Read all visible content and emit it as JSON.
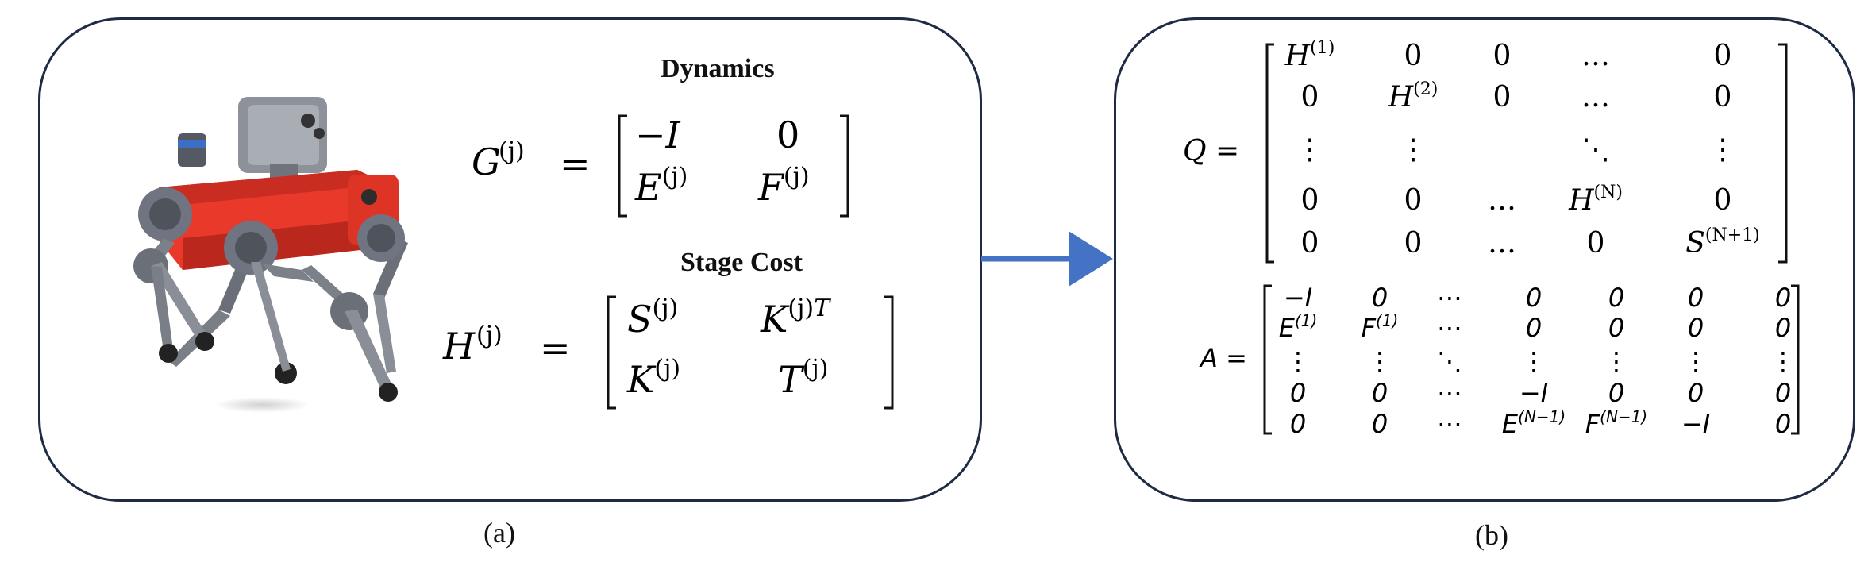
{
  "panel_a": {
    "caption": "(a)",
    "dynamics_heading": "Dynamics",
    "stage_cost_heading": "Stage Cost",
    "dynamics_equation": {
      "lhs": "G",
      "lhs_sup": "(j)",
      "rows": [
        [
          "−I",
          "0"
        ],
        [
          "E(j)",
          "F(j)"
        ]
      ]
    },
    "stage_cost_equation": {
      "lhs": "H",
      "lhs_sup": "(j)",
      "rows": [
        [
          "S(j)",
          "K(j)T"
        ],
        [
          "K(j)",
          "T(j)"
        ]
      ]
    }
  },
  "panel_b": {
    "caption": "(b)",
    "q_matrix": {
      "lhs": "Q",
      "rows": [
        [
          "H(1)",
          "0",
          "0",
          "…",
          "0"
        ],
        [
          "0",
          "H(2)",
          "0",
          "…",
          "0"
        ],
        [
          "⋮",
          "⋮",
          "",
          "⋱",
          "⋮"
        ],
        [
          "0",
          "0",
          "…",
          "H(N)",
          "0"
        ],
        [
          "0",
          "0",
          "…",
          "0",
          "S(N+1)"
        ]
      ]
    },
    "a_matrix": {
      "lhs": "A",
      "rows": [
        [
          "−I",
          "0",
          "⋯",
          "0",
          "0",
          "0",
          "0"
        ],
        [
          "E(1)",
          "F(1)",
          "⋯",
          "0",
          "0",
          "0",
          "0"
        ],
        [
          "⋮",
          "⋮",
          "⋱",
          "⋮",
          "⋮",
          "⋮",
          "⋮"
        ],
        [
          "0",
          "0",
          "⋯",
          "−I",
          "0",
          "0",
          "0"
        ],
        [
          "0",
          "0",
          "⋯",
          "E(N−1)",
          "F(N−1)",
          "−I",
          "0"
        ]
      ]
    }
  },
  "colors": {
    "arrow": "#4472c4",
    "frame": "#1f2a44",
    "robot_body": "#e8392b"
  }
}
